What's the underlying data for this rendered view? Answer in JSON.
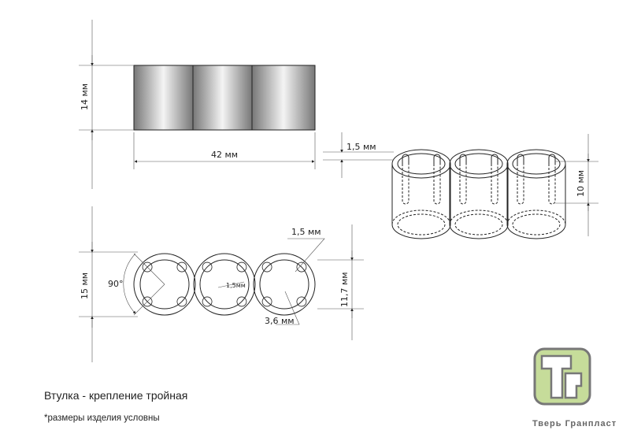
{
  "title": "Втулка - крепление тройная",
  "note": "*размеры изделия условны",
  "brand": {
    "name": "Тверь Гранпласт",
    "logo_letters": "ТГ",
    "color": "#c6dc9a"
  },
  "dimensions": {
    "side_height": "14 мм",
    "side_length": "42 мм",
    "section_height": "15 мм",
    "angle": "90°",
    "wall": "1,5 мм",
    "notch": "1,5мм",
    "notch_offset": "3,6 мм",
    "inner_diameter": "11,7 мм",
    "iso_wall": "1,5 мм",
    "slot_length": "10 мм"
  }
}
